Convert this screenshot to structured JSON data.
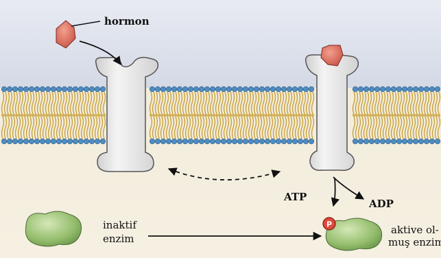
{
  "labels": {
    "hormone": "hormon",
    "atp": "ATP",
    "adp": "ADP",
    "phosphate": "P",
    "inactive_line1": "inaktif",
    "inactive_line2": "enzim",
    "active_line1": "aktive ol-",
    "active_line2": "muş enzim"
  },
  "colors": {
    "top_background": "#dfe3ee",
    "bottom_background": "#f4eedf",
    "head_blue": "#4f8cc0",
    "tail_gold": "#c8a13a",
    "receptor": "#e6e6e6",
    "hormone": "#d86a5a",
    "enzyme": "#8fb56b",
    "phosphate": "#e04a3a"
  }
}
